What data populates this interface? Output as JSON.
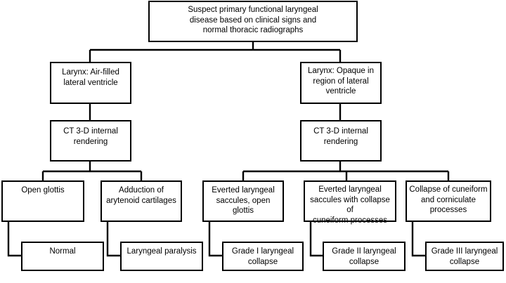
{
  "nodes": {
    "root": "Suspect primary functional laryngeal\ndisease based on clinical signs and\nnormal thoracic radiographs",
    "larynx_air": "Larynx: Air-filled\nlateral ventricle",
    "larynx_opaque": "Larynx: Opaque in\nregion of lateral\nventricle",
    "ct_left": "CT 3-D internal\nrendering",
    "ct_right": "CT 3-D internal\nrendering",
    "open_glottis": "Open glottis",
    "adduction": "Adduction of\narytenoid cartilages",
    "everted_open": "Everted laryngeal\nsaccules, open glottis",
    "everted_collapse": "Everted laryngeal\nsaccules with collapse of\ncuneiform processes",
    "collapse_cuneiform": "Collapse of cuneiform\nand corniculate\nprocesses",
    "normal": "Normal",
    "paralysis": "Laryngeal paralysis",
    "grade1": "Grade I laryngeal\ncollapse",
    "grade2": "Grade II laryngeal\ncollapse",
    "grade3": "Grade III laryngeal\ncollapse"
  }
}
